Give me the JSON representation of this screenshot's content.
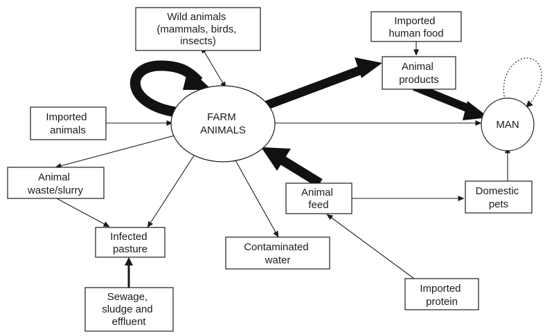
{
  "nodes": {
    "wild_animals": {
      "lines": [
        "Wild animals",
        "(mammals, birds,",
        "insects)"
      ]
    },
    "imported_human_food": {
      "lines": [
        "Imported",
        "human food"
      ]
    },
    "animal_products": {
      "lines": [
        "Animal",
        "products"
      ]
    },
    "imported_animals": {
      "lines": [
        "Imported",
        "animals"
      ]
    },
    "farm_animals": {
      "lines": [
        "FARM",
        "ANIMALS"
      ]
    },
    "man": {
      "lines": [
        "MAN"
      ]
    },
    "animal_waste": {
      "lines": [
        "Animal",
        "waste/slurry"
      ]
    },
    "animal_feed": {
      "lines": [
        "Animal",
        "feed"
      ]
    },
    "domestic_pets": {
      "lines": [
        "Domestic",
        "pets"
      ]
    },
    "infected_pasture": {
      "lines": [
        "Infected",
        "pasture"
      ]
    },
    "contaminated_water": {
      "lines": [
        "Contaminated",
        "water"
      ]
    },
    "imported_protein": {
      "lines": [
        "Imported",
        "protein"
      ]
    },
    "sewage": {
      "lines": [
        "Sewage,",
        "sludge and",
        "effluent"
      ]
    }
  },
  "colors": {
    "stroke": "#1a1a1a",
    "fill": "#ffffff"
  }
}
